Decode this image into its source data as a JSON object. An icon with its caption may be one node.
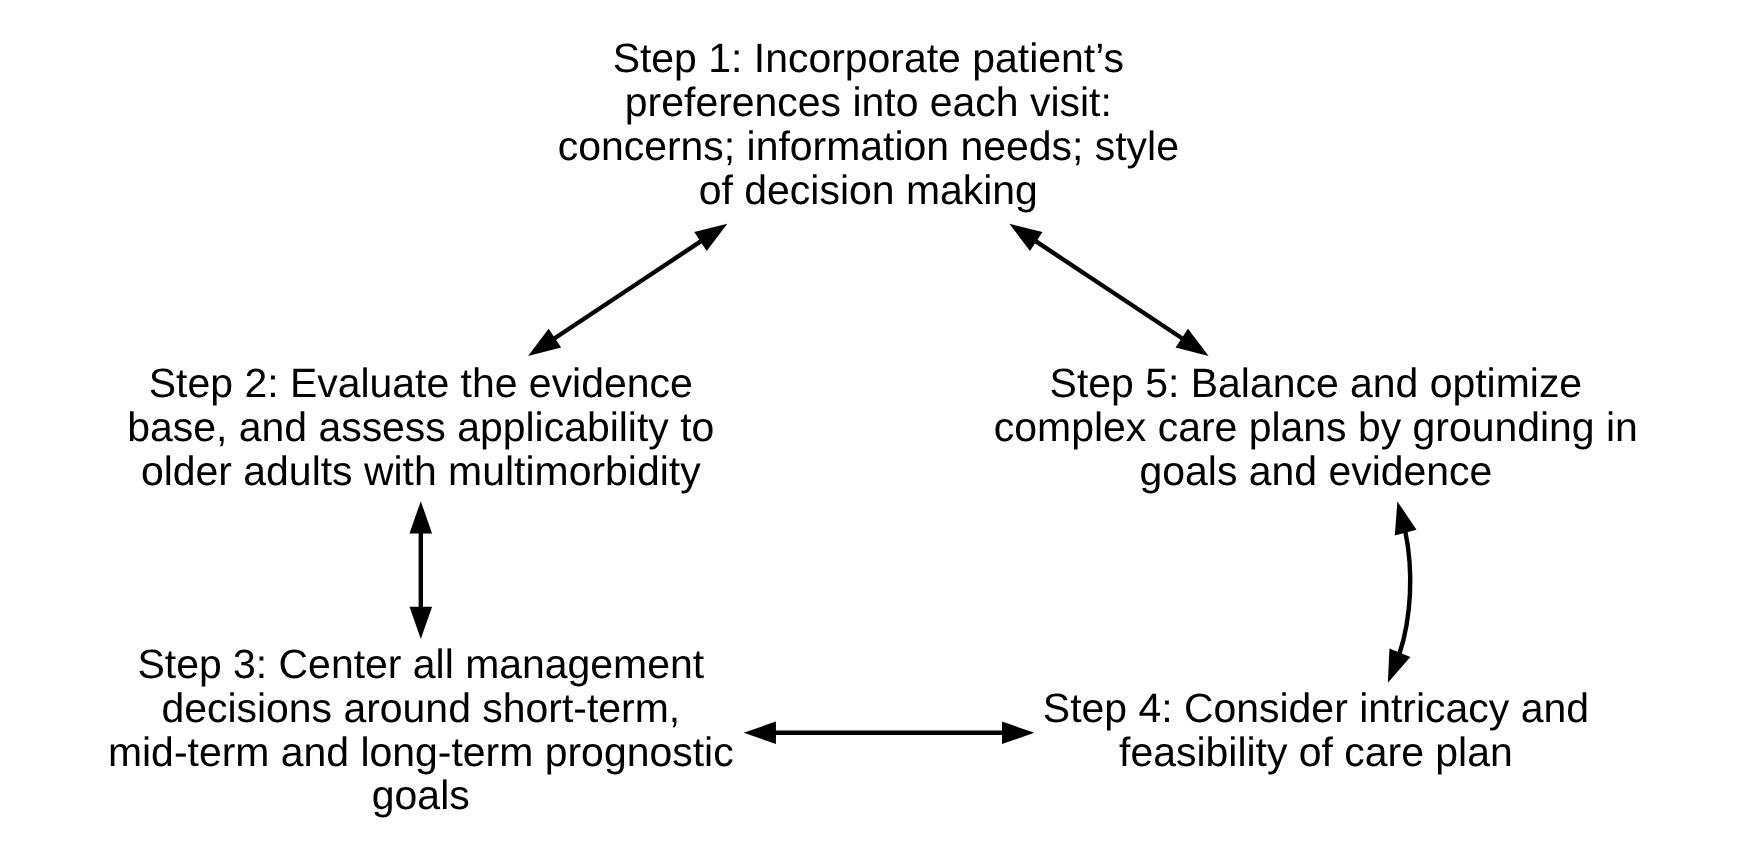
{
  "diagram": {
    "nodes": [
      {
        "text": [
          "Step 1: Incorporate patient’s preferences into each visit: concerns; information needs; style of decision making"
        ]
      },
      {
        "text": [
          "Step 2: Evaluate the evidence base, and assess applicability to older adults with multimorbidity"
        ]
      },
      {
        "text": [
          "Step 3: Center all management decisions around short-term, mid-term and long-term prognostic goals"
        ]
      },
      {
        "text": [
          "Step 4: Consider intricacy and feasibility of care plan"
        ]
      },
      {
        "text": [
          "Step 5: Balance and optimize complex care plans by grounding in goals and evidence"
        ]
      }
    ],
    "edges": [
      {
        "from": 0,
        "to": 1,
        "arrow": "both"
      },
      {
        "from": 1,
        "to": 2,
        "arrow": "both"
      },
      {
        "from": 2,
        "to": 3,
        "arrow": "both"
      },
      {
        "from": 3,
        "to": 4,
        "arrow": "both"
      },
      {
        "from": 4,
        "to": 0,
        "arrow": "both"
      }
    ]
  }
}
